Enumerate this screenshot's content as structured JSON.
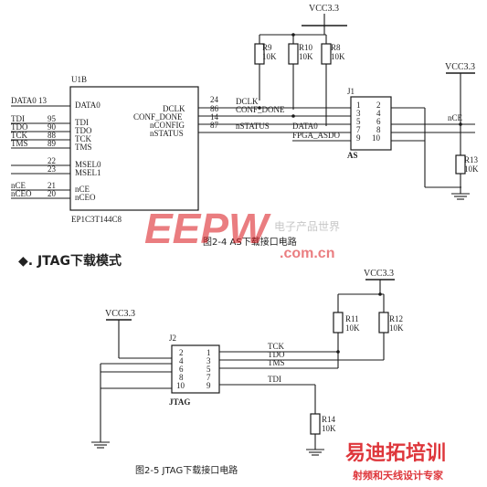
{
  "circuit1": {
    "vcc_top": "VCC3.3",
    "vcc_right": "VCC3.3",
    "resistors": [
      {
        "ref": "R9",
        "value": "10K"
      },
      {
        "ref": "R10",
        "value": "10K"
      },
      {
        "ref": "R8",
        "value": "10K"
      },
      {
        "ref": "R13",
        "value": "10K"
      }
    ],
    "u1": {
      "ref": "U1B",
      "part": "EP1C3T144C8",
      "left_pins": [
        {
          "name": "DATA0",
          "num": "13"
        },
        {
          "name": "TDI",
          "num": "95"
        },
        {
          "name": "TDO",
          "num": "90"
        },
        {
          "name": "TCK",
          "num": "88"
        },
        {
          "name": "TMS",
          "num": "89"
        },
        {
          "name": "MSEL0",
          "num": "22"
        },
        {
          "name": "MSEL1",
          "num": "23"
        },
        {
          "name": "nCE",
          "num": "21"
        },
        {
          "name": "nCEO",
          "num": "20"
        }
      ],
      "right_pins": [
        {
          "name": "DCLK",
          "num": "24"
        },
        {
          "name": "CONF_DONE",
          "num": "86"
        },
        {
          "name": "nCONFIG",
          "num": "14"
        },
        {
          "name": "nSTATUS",
          "num": "87"
        }
      ],
      "outer_left_labels": [
        "DATA0 13",
        "TDI",
        "TDO",
        "TCK",
        "TMS",
        "nCE",
        "nCEO"
      ],
      "outer_left_nums": [
        "95",
        "90",
        "88",
        "89",
        "22",
        "23",
        "21",
        "20"
      ]
    },
    "nets": [
      "DCLK",
      "CONF_DONE",
      "nSTATUS",
      "DATA0",
      "FPGA_ASDO",
      "nCE"
    ],
    "j1": {
      "ref": "J1",
      "name": "AS",
      "pins_left": [
        "1",
        "3",
        "5",
        "7",
        "9"
      ],
      "pins_right": [
        "2",
        "4",
        "6",
        "8",
        "10"
      ]
    },
    "caption": "图2-4  AS下载接口电路"
  },
  "section_heading": "◆. JTAG下载模式",
  "circuit2": {
    "vcc_left": "VCC3.3",
    "vcc_right": "VCC3.3",
    "resistors": [
      {
        "ref": "R11",
        "value": "10K"
      },
      {
        "ref": "R12",
        "value": "10K"
      },
      {
        "ref": "R14",
        "value": "10K"
      }
    ],
    "j2": {
      "ref": "J2",
      "name": "JTAG",
      "pins_left": [
        "2",
        "4",
        "6",
        "8",
        "10"
      ],
      "pins_right": [
        "1",
        "3",
        "5",
        "7",
        "9"
      ]
    },
    "nets": [
      "TCK",
      "TDO",
      "TMS",
      "TDI"
    ],
    "caption": "图2-5  JTAG下载接口电路"
  },
  "watermarks": {
    "eepw_logo": "EEPW",
    "eepw_cn": "电子产品世界",
    "eepw_url": ".com.cn",
    "edu_logo": "易迪拓培训",
    "edu_tag": "射频和天线设计专家"
  },
  "colors": {
    "line": "#1a1a1a",
    "watermark_red": "#d9141a"
  }
}
